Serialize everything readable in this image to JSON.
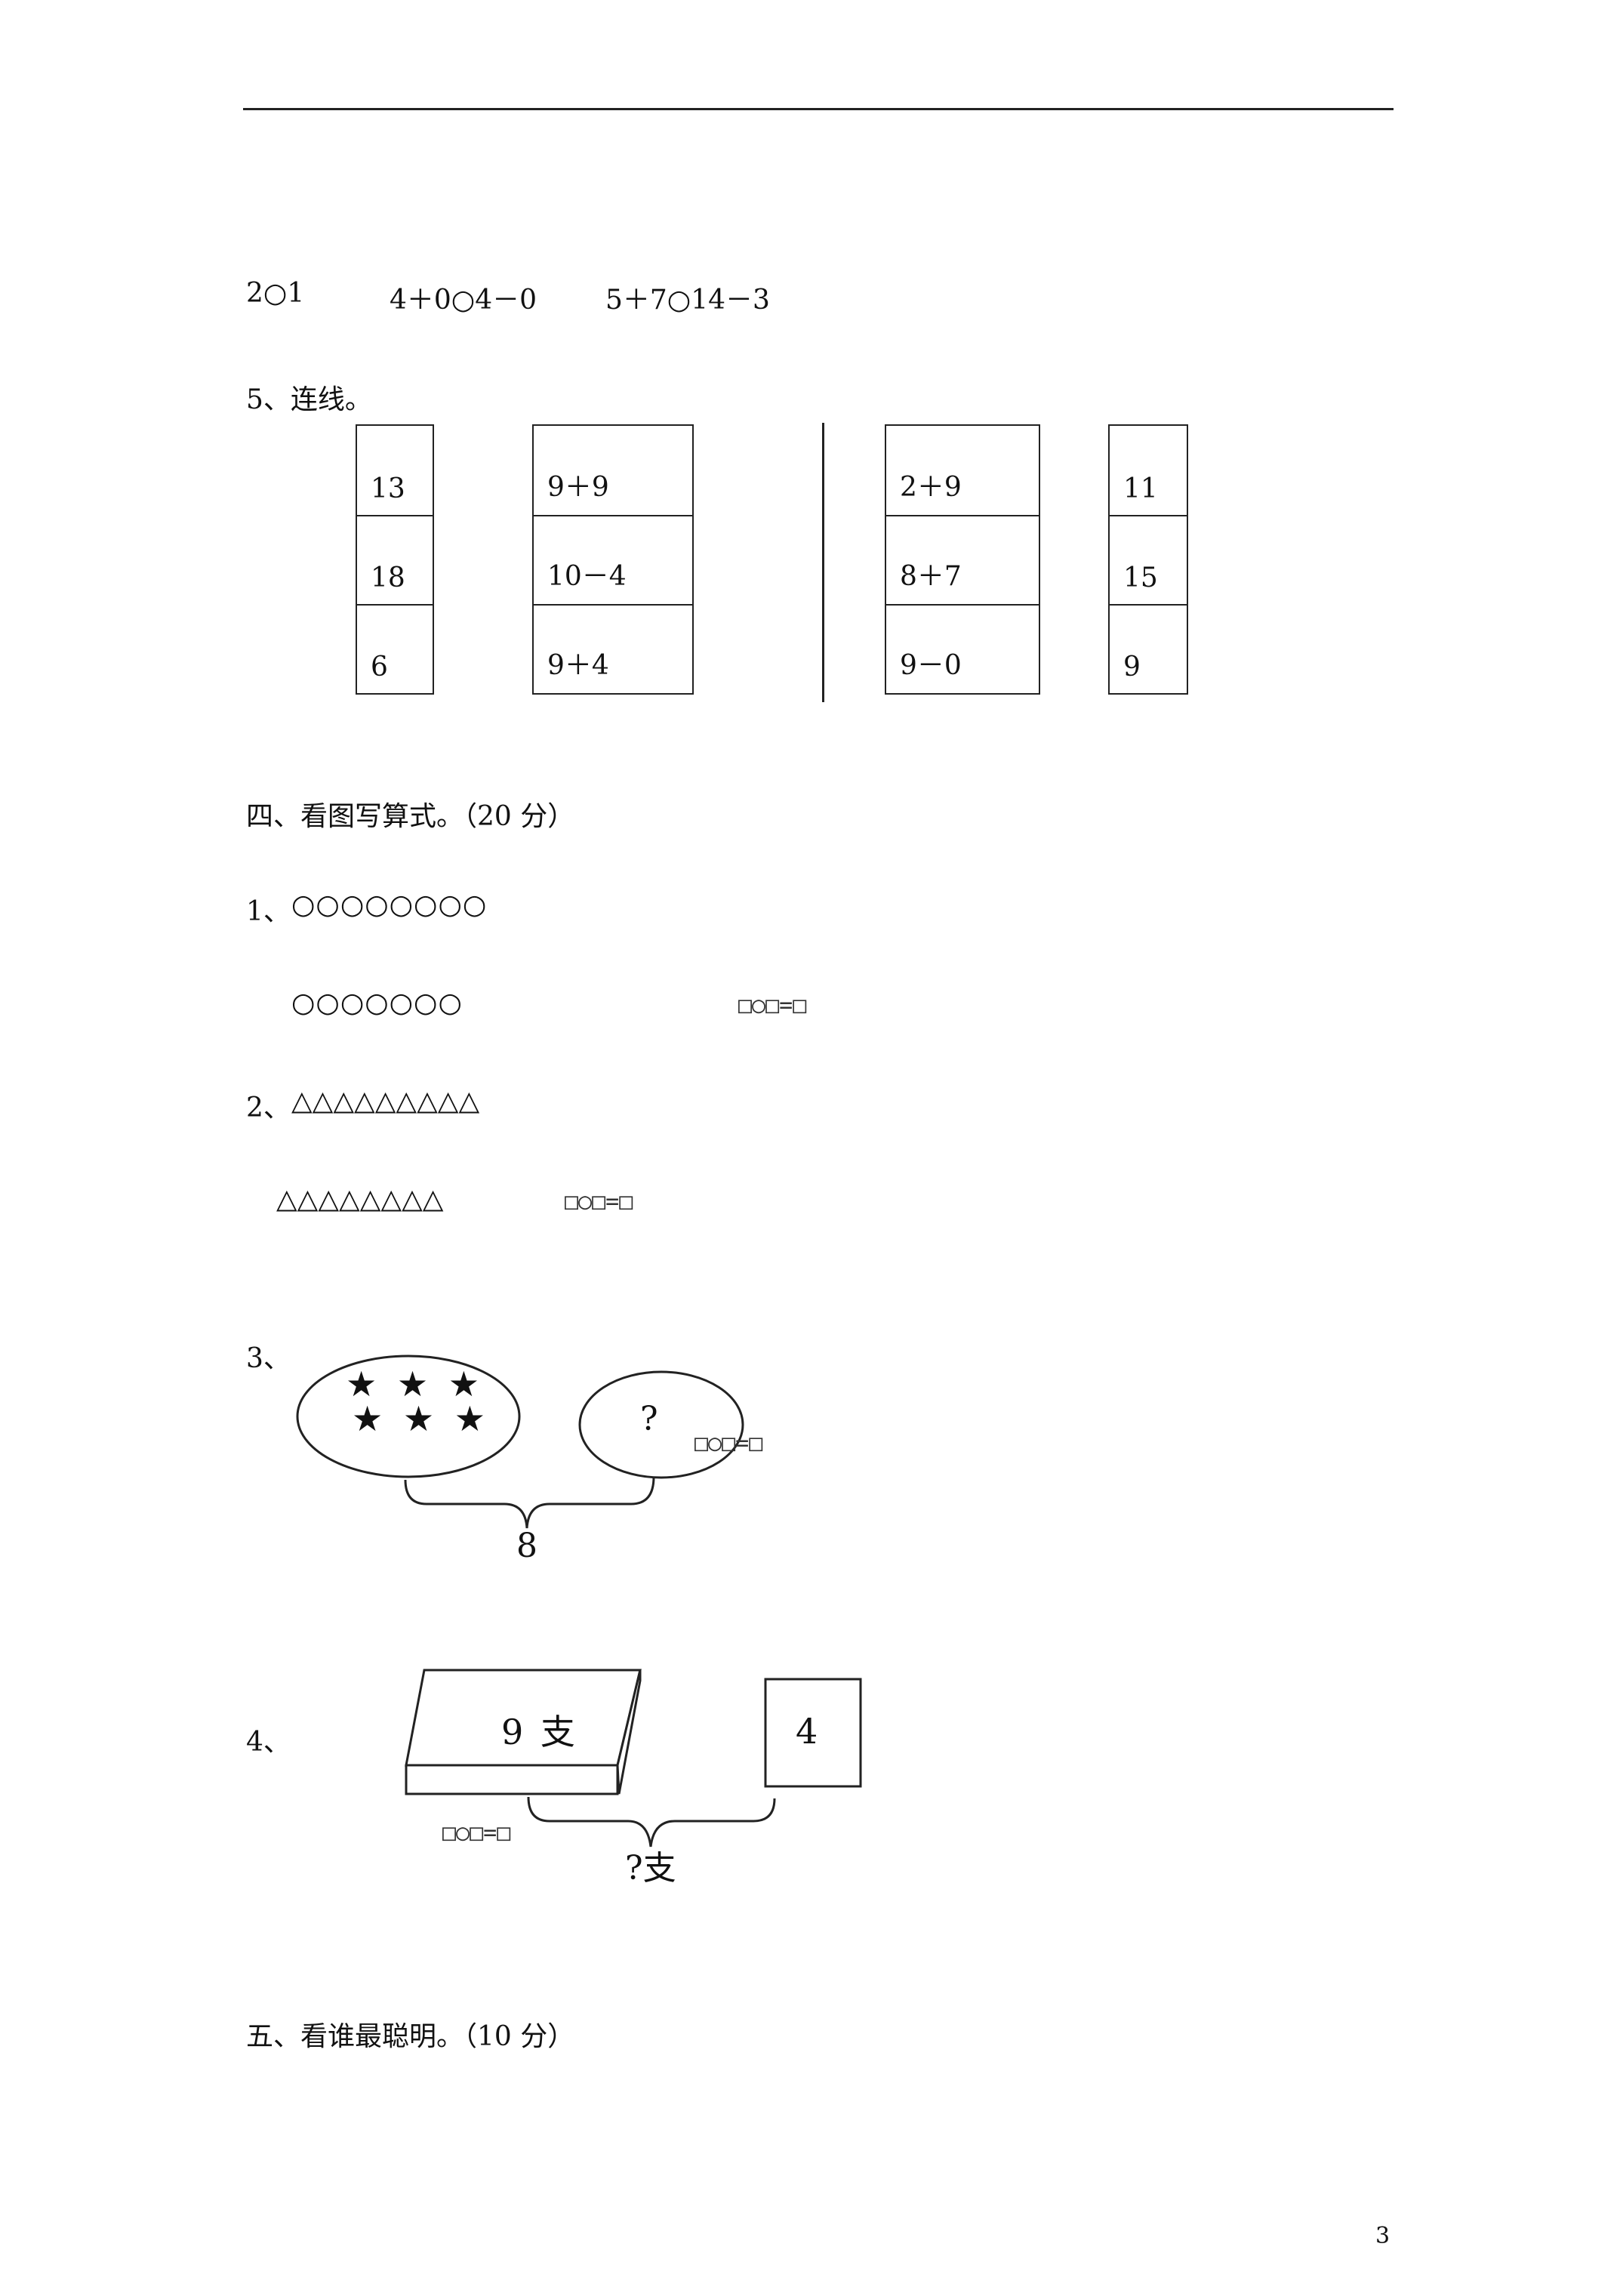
{
  "comparisons": [
    "2○1",
    "4＋0○4－0",
    "5＋7○14－3"
  ],
  "q5": {
    "title": "5、连线。",
    "col1": [
      "13",
      "18",
      "6"
    ],
    "col2": [
      "9＋9",
      "10－4",
      "9＋4"
    ],
    "col3": [
      "2＋9",
      "8＋7",
      "9－0"
    ],
    "col4": [
      "11",
      "15",
      "9"
    ]
  },
  "section4": {
    "title": "四、看图写算式。（20 分）"
  },
  "p1": {
    "label": "1、",
    "row1": "○○○○○○○○",
    "row2": "○○○○○○○",
    "answer": "□○□=□"
  },
  "p2": {
    "label": "2、",
    "row1": "△△△△△△△△△",
    "row2": "△△△△△△△△",
    "answer": "□○□=□"
  },
  "p3": {
    "label": "3、",
    "stars_row1": "★ ★ ★",
    "stars_row2": "★ ★ ★",
    "question": "?",
    "answer": "□○□=□",
    "total": "8"
  },
  "p4": {
    "label": "4、",
    "box_text": "9 支",
    "square_text": "4",
    "answer": "□○□=□",
    "total": "?支"
  },
  "section5": {
    "title": "五、看谁最聪明。（10 分）"
  },
  "page_number": "3"
}
